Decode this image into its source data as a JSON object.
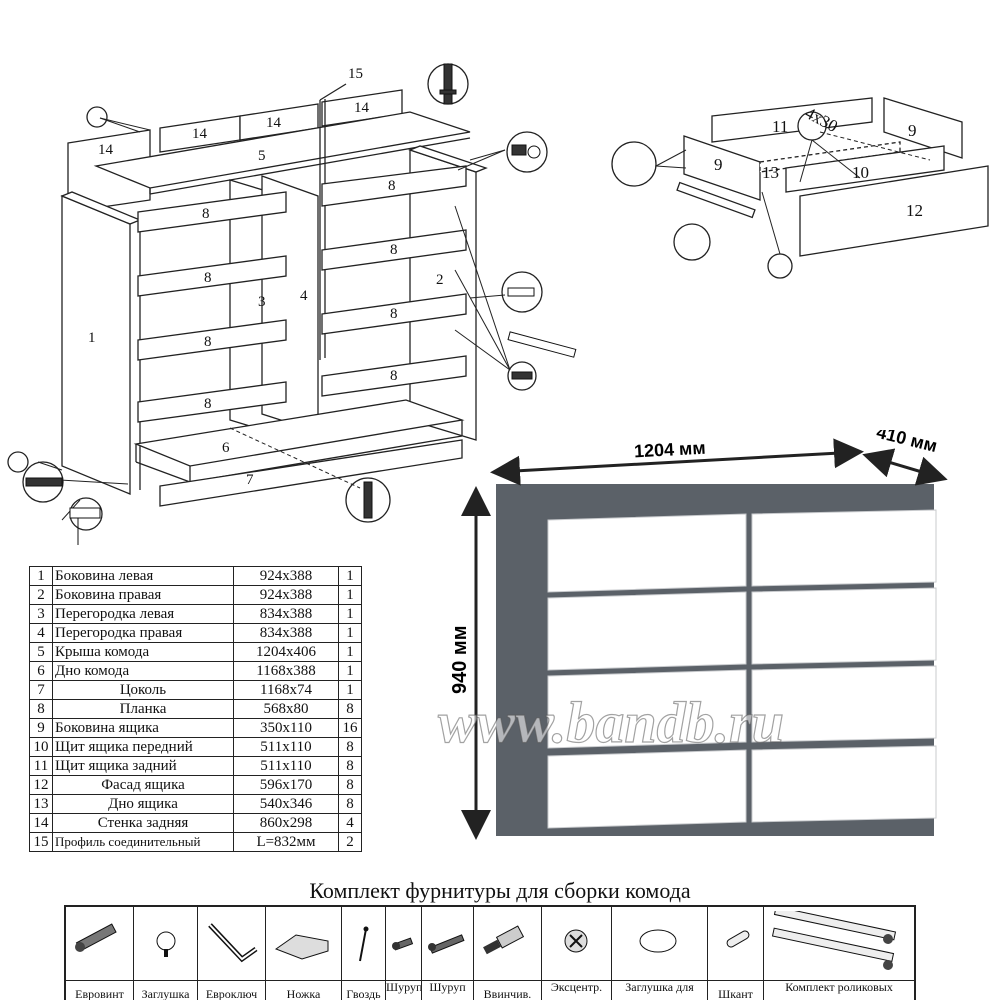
{
  "assembly": {
    "callouts": [
      "1",
      "2",
      "3",
      "4",
      "5",
      "6",
      "7",
      "8",
      "8",
      "8",
      "8",
      "8",
      "8",
      "8",
      "8",
      "14",
      "14",
      "14",
      "14",
      "15"
    ],
    "drawer_callouts": [
      "9",
      "9",
      "10",
      "11",
      "12",
      "13"
    ],
    "screw_label": "4x30"
  },
  "product": {
    "width_label": "1204 мм",
    "depth_label": "410 мм",
    "height_label": "940 мм",
    "body_color": "#5b6168",
    "front_color": "#ffffff",
    "watermark": "www.bandb.ru"
  },
  "parts": [
    {
      "num": "1",
      "name": "Боковина левая",
      "size": "924x388",
      "qty": "1"
    },
    {
      "num": "2",
      "name": "Боковина правая",
      "size": "924x388",
      "qty": "1"
    },
    {
      "num": "3",
      "name": "Перегородка левая",
      "size": "834x388",
      "qty": "1"
    },
    {
      "num": "4",
      "name": "Перегородка правая",
      "size": "834x388",
      "qty": "1"
    },
    {
      "num": "5",
      "name": "Крыша комода",
      "size": "1204x406",
      "qty": "1"
    },
    {
      "num": "6",
      "name": "Дно комода",
      "size": "1168x388",
      "qty": "1"
    },
    {
      "num": "7",
      "name": "Цоколь",
      "size": "1168x74",
      "qty": "1"
    },
    {
      "num": "8",
      "name": "Планка",
      "size": "568x80",
      "qty": "8"
    },
    {
      "num": "9",
      "name": "Боковина ящика",
      "size": "350x110",
      "qty": "16"
    },
    {
      "num": "10",
      "name": "Щит ящика передний",
      "size": "511x110",
      "qty": "8"
    },
    {
      "num": "11",
      "name": "Щит ящика задний",
      "size": "511x110",
      "qty": "8"
    },
    {
      "num": "12",
      "name": "Фасад ящика",
      "size": "596x170",
      "qty": "8"
    },
    {
      "num": "13",
      "name": "Дно ящика",
      "size": "540x346",
      "qty": "8"
    },
    {
      "num": "14",
      "name": "Стенка задняя",
      "size": "860x298",
      "qty": "4"
    },
    {
      "num": "15",
      "name": "Профиль соединительный",
      "size": "L=832мм",
      "qty": "2"
    }
  ],
  "hardware": {
    "title": "Комплект фурнитуры для сборки комода",
    "items": [
      {
        "label": "Евровинт",
        "icon": "eurovint-icon"
      },
      {
        "label": "Заглушка",
        "icon": "cap-icon"
      },
      {
        "label": "Евроключ",
        "icon": "hex-key-icon"
      },
      {
        "label": "Ножка",
        "icon": "foot-icon"
      },
      {
        "label": "Гвоздь",
        "icon": "nail-icon"
      },
      {
        "label": "Шуруп",
        "icon": "short-screw-icon"
      },
      {
        "label": "Шуруп",
        "icon": "long-screw-icon"
      },
      {
        "label": "Ввинчив.",
        "icon": "dowel-screw-icon"
      },
      {
        "label": "Эксцентр.",
        "icon": "eccentric-icon"
      },
      {
        "label": "Заглушка для",
        "icon": "round-cap-icon"
      },
      {
        "label": "Шкант",
        "icon": "dowel-icon"
      },
      {
        "label": "Комплект роликовых",
        "icon": "roller-rail-icon"
      }
    ]
  }
}
